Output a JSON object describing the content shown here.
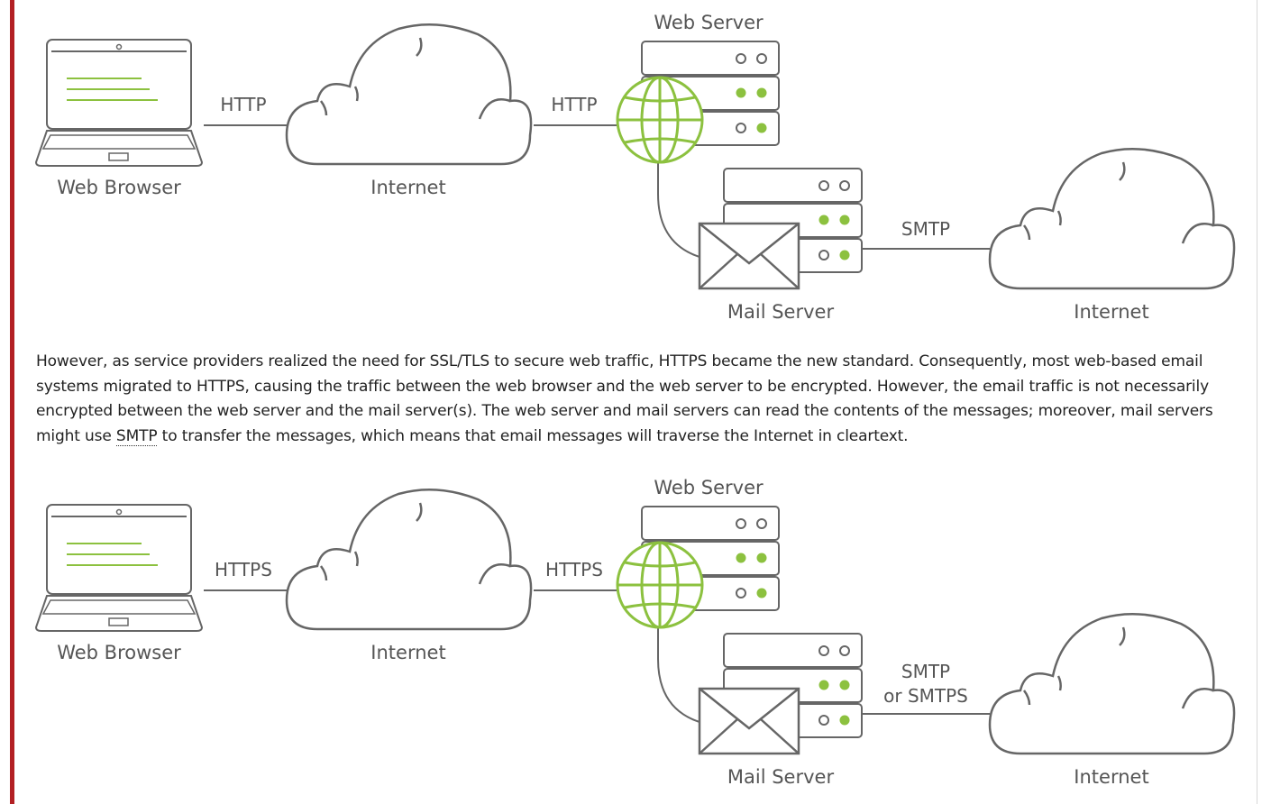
{
  "diagram_http": {
    "browser_label": "Web Browser",
    "internet_label_1": "Internet",
    "proto_browser_internet": "HTTP",
    "proto_internet_webserver": "HTTP",
    "webserver_label": "Web Server",
    "mailserver_label": "Mail Server",
    "proto_mail_internet": [
      "SMTP"
    ],
    "internet_label_2": "Internet"
  },
  "paragraph": {
    "before": "However, as service providers realized the need for SSL/TLS to secure web traffic, HTTPS became the new standard. Consequently, most web-based email systems migrated to HTTPS, causing the traffic between the web browser and the web server to be encrypted. However, the email traffic is not necessarily encrypted between the web server and the mail server(s). The web server and mail servers can read the contents of the messages; moreover, mail servers might use ",
    "abbr": "SMTP",
    "after": " to transfer the messages, which means that email messages will traverse the Internet in cleartext."
  },
  "diagram_https": {
    "browser_label": "Web Browser",
    "internet_label_1": "Internet",
    "proto_browser_internet": "HTTPS",
    "proto_internet_webserver": "HTTPS",
    "webserver_label": "Web Server",
    "mailserver_label": "Mail Server",
    "proto_mail_internet": [
      "SMTP",
      "or SMTPS"
    ],
    "internet_label_2": "Internet"
  },
  "colors": {
    "accent_green": "#8cc13f",
    "outline_gray": "#666666",
    "label_gray": "#555555",
    "left_rule": "#b32024"
  }
}
